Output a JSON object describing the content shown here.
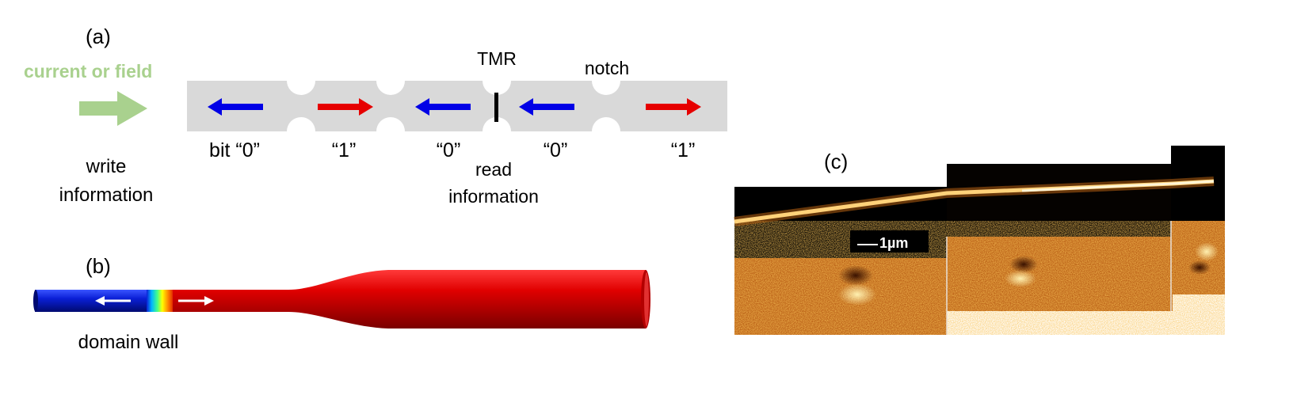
{
  "panel_a": {
    "label": "(a)",
    "write_arrow_label": "current or field",
    "write_caption_line1": "write",
    "write_caption_line2": "information",
    "tmr_label": "TMR",
    "notch_label": "notch",
    "read_caption_line1": "read",
    "read_caption_line2": "information",
    "bits": [
      {
        "label": "bit “0”",
        "direction": "left",
        "color": "#0000e6"
      },
      {
        "label": "“1”",
        "direction": "right",
        "color": "#e60000"
      },
      {
        "label": "“0”",
        "direction": "left",
        "color": "#0000e6"
      },
      {
        "label": "“0”",
        "direction": "left",
        "color": "#0000e6"
      },
      {
        "label": "“1”",
        "direction": "right",
        "color": "#e60000"
      }
    ],
    "colors": {
      "wire": "#d9d9d9",
      "write_arrow": "#a9d18e",
      "bit_zero": "#0000e6",
      "bit_one": "#e60000"
    }
  },
  "panel_b": {
    "label": "(b)",
    "caption": "domain wall",
    "colors": {
      "left_domain": "#0a1fd6",
      "right_domain": "#d40000",
      "wall_arrows": "#ffffff"
    }
  },
  "panel_c": {
    "label": "(c)",
    "scale_bar_label": "1µm",
    "colors": {
      "background": "#000000",
      "wire_glow": "#ffd27a",
      "contrast_map": "#c0661a"
    }
  }
}
